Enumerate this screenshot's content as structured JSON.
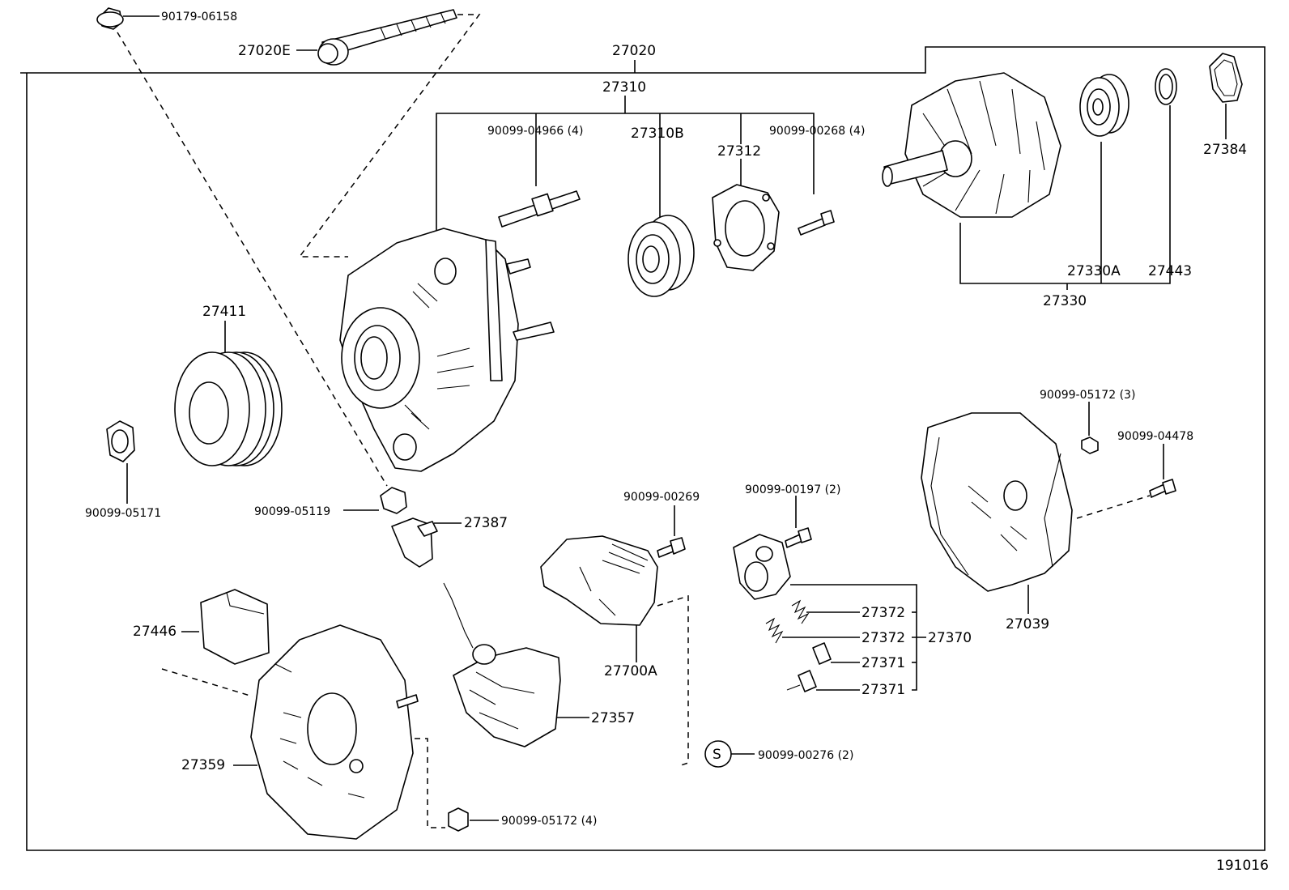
{
  "diagram": {
    "drawing_number": "191016",
    "labels": {
      "p27020": "27020",
      "p27020E": "27020E",
      "p90179_06158": "90179-06158",
      "p27310": "27310",
      "p90099_04966": "90099-04966 (4)",
      "p27310B": "27310B",
      "p27312": "27312",
      "p90099_00268": "90099-00268 (4)",
      "p27384": "27384",
      "p27330A": "27330A",
      "p27443": "27443",
      "p27330": "27330",
      "p27411": "27411",
      "p90099_05171": "90099-05171",
      "p90099_05119": "90099-05119",
      "p27387": "27387",
      "p90099_00269": "90099-00269",
      "p90099_00197": "90099-00197 (2)",
      "p90099_05172_3": "90099-05172 (3)",
      "p90099_04478": "90099-04478",
      "p27446": "27446",
      "p27700A": "27700A",
      "p27372a": "27372",
      "p27372b": "27372",
      "p27370": "27370",
      "p27371a": "27371",
      "p27371b": "27371",
      "p27039": "27039",
      "p27357": "27357",
      "p27359": "27359",
      "s_mark": "S",
      "p90099_00276": "90099-00276 (2)",
      "p90099_05172_4": "90099-05172 (4)"
    }
  }
}
